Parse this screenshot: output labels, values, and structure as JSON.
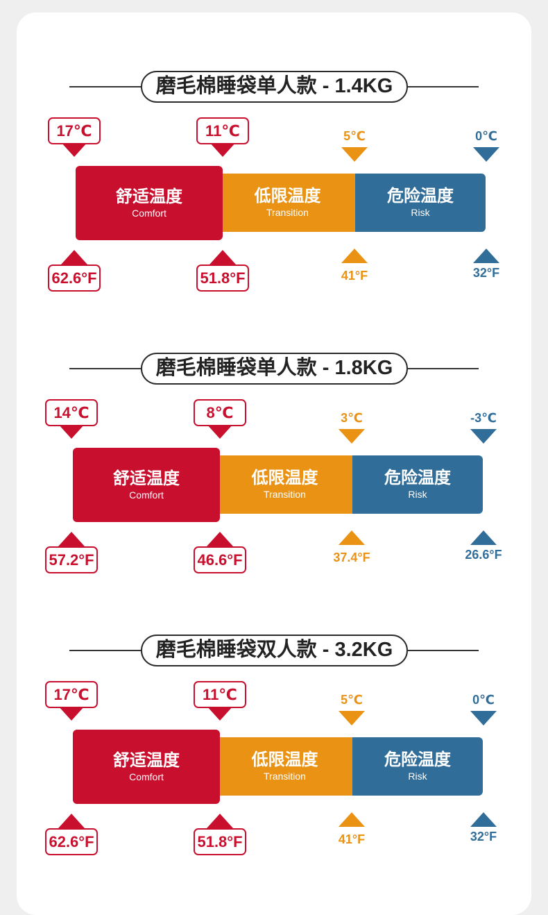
{
  "colors": {
    "comfort": "#c8102e",
    "transition": "#e99214",
    "risk": "#316d99"
  },
  "zones": {
    "comfort_cn": "舒适温度",
    "comfort_en": "Comfort",
    "transition_cn": "低限温度",
    "transition_en": "Transition",
    "risk_cn": "危险温度",
    "risk_en": "Risk"
  },
  "sections": [
    {
      "title": "磨毛棉睡袋单人款 - 1.4KG",
      "comfort_upper_c": "17℃",
      "comfort_lower_c": "11℃",
      "transition_lower_c": "5℃",
      "risk_c": "0℃",
      "comfort_upper_f": "62.6°F",
      "comfort_lower_f": "51.8°F",
      "transition_lower_f": "41°F",
      "risk_f": "32°F"
    },
    {
      "title": "磨毛棉睡袋单人款 - 1.8KG",
      "comfort_upper_c": "14℃",
      "comfort_lower_c": "8℃",
      "transition_lower_c": "3℃",
      "risk_c": "-3℃",
      "comfort_upper_f": "57.2°F",
      "comfort_lower_f": "46.6°F",
      "transition_lower_f": "37.4°F",
      "risk_f": "26.6°F"
    },
    {
      "title": "磨毛棉睡袋双人款 - 3.2KG",
      "comfort_upper_c": "17℃",
      "comfort_lower_c": "11℃",
      "transition_lower_c": "5℃",
      "risk_c": "0℃",
      "comfort_upper_f": "62.6°F",
      "comfort_lower_f": "51.8°F",
      "transition_lower_f": "41°F",
      "risk_f": "32°F"
    }
  ]
}
